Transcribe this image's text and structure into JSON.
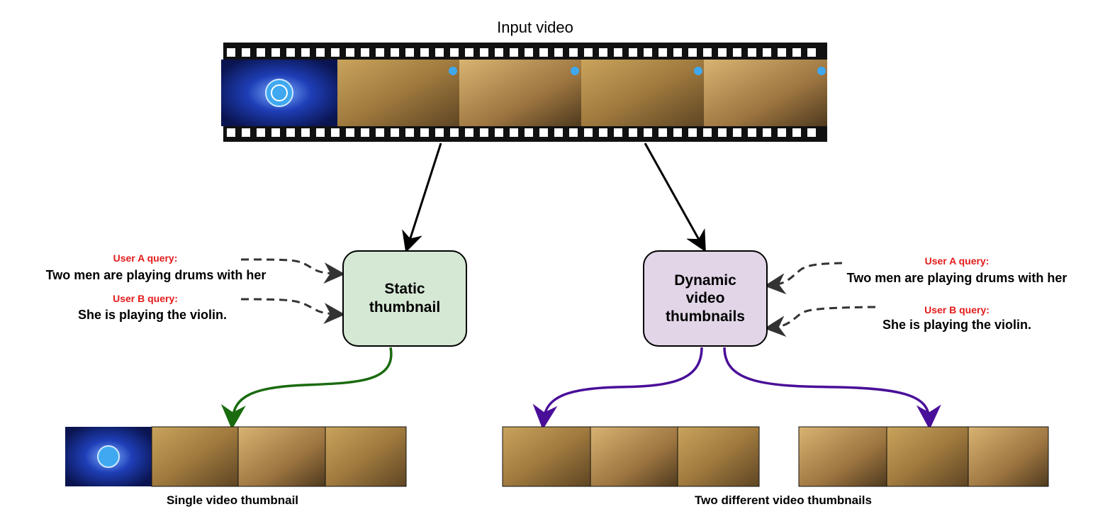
{
  "input_video": {
    "title": "Input video"
  },
  "boxes": {
    "static": {
      "label": "Static\nthumbnail",
      "fill": "#d5e8d4"
    },
    "dynamic": {
      "label": "Dynamic\nvideo\nthumbnails",
      "fill": "#e1d5e7"
    }
  },
  "queries_left": [
    {
      "user": "User A query:",
      "text": "Two men are playing drums with her"
    },
    {
      "user": "User B query:",
      "text": "She is playing the violin."
    }
  ],
  "queries_right": [
    {
      "user": "User A query:",
      "text": "Two men are playing drums with her"
    },
    {
      "user": "User B query:",
      "text": "She is playing the violin."
    }
  ],
  "captions": {
    "single": "Single video thumbnail",
    "two": "Two different video thumbnails"
  },
  "colors": {
    "user_label": "#e31b1b",
    "green_arrow": "#1a6b0f",
    "purple_arrow": "#4a0f99",
    "dashed_arrow": "#333333"
  },
  "icons": [
    "video-frame-icon",
    "logo-icon"
  ]
}
